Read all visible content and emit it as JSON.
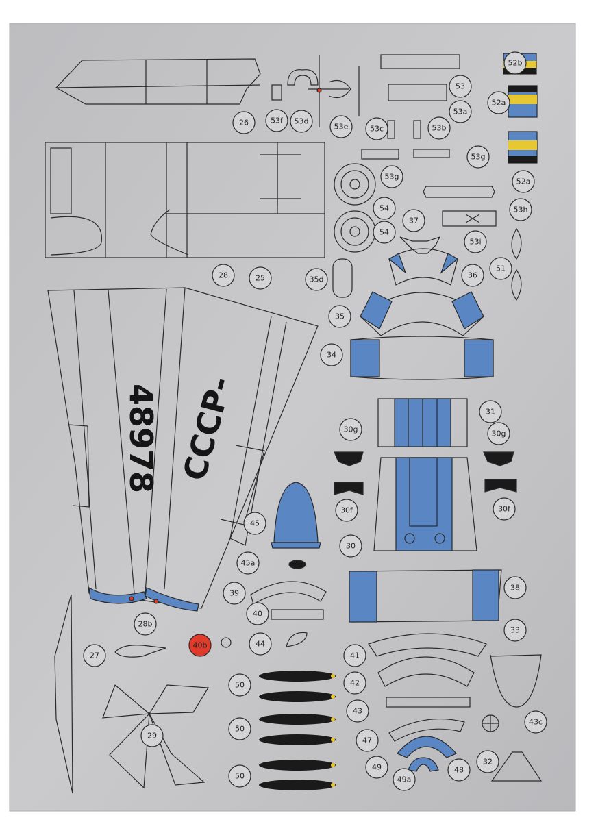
{
  "sheet": {
    "registration_country": "СССР-",
    "registration_number": "48978"
  },
  "colors": {
    "paper": "#c4c4c6",
    "blue": "#5a87c4",
    "red": "#e03a2a",
    "yellow": "#e8c832",
    "black": "#1a1a1a",
    "line": "#2a2a2a"
  },
  "parts": [
    {
      "label": "26"
    },
    {
      "label": "53f"
    },
    {
      "label": "53d"
    },
    {
      "label": "53e"
    },
    {
      "label": "53"
    },
    {
      "label": "53a"
    },
    {
      "label": "53c"
    },
    {
      "label": "53b"
    },
    {
      "label": "53g"
    },
    {
      "label": "53g"
    },
    {
      "label": "54"
    },
    {
      "label": "54"
    },
    {
      "label": "53h"
    },
    {
      "label": "53i"
    },
    {
      "label": "37"
    },
    {
      "label": "51"
    },
    {
      "label": "36"
    },
    {
      "label": "35d"
    },
    {
      "label": "35"
    },
    {
      "label": "34"
    },
    {
      "label": "28"
    },
    {
      "label": "25"
    },
    {
      "label": "31"
    },
    {
      "label": "30g"
    },
    {
      "label": "30g"
    },
    {
      "label": "30f"
    },
    {
      "label": "30f"
    },
    {
      "label": "30"
    },
    {
      "label": "45"
    },
    {
      "label": "45a"
    },
    {
      "label": "39"
    },
    {
      "label": "40"
    },
    {
      "label": "44"
    },
    {
      "label": "40b"
    },
    {
      "label": "38"
    },
    {
      "label": "33"
    },
    {
      "label": "28b"
    },
    {
      "label": "27"
    },
    {
      "label": "41"
    },
    {
      "label": "42"
    },
    {
      "label": "43"
    },
    {
      "label": "43c"
    },
    {
      "label": "47"
    },
    {
      "label": "49"
    },
    {
      "label": "49a"
    },
    {
      "label": "48"
    },
    {
      "label": "32"
    },
    {
      "label": "29"
    },
    {
      "label": "50"
    },
    {
      "label": "50"
    },
    {
      "label": "50"
    },
    {
      "label": "52b"
    },
    {
      "label": "52a"
    },
    {
      "label": "52a"
    }
  ]
}
